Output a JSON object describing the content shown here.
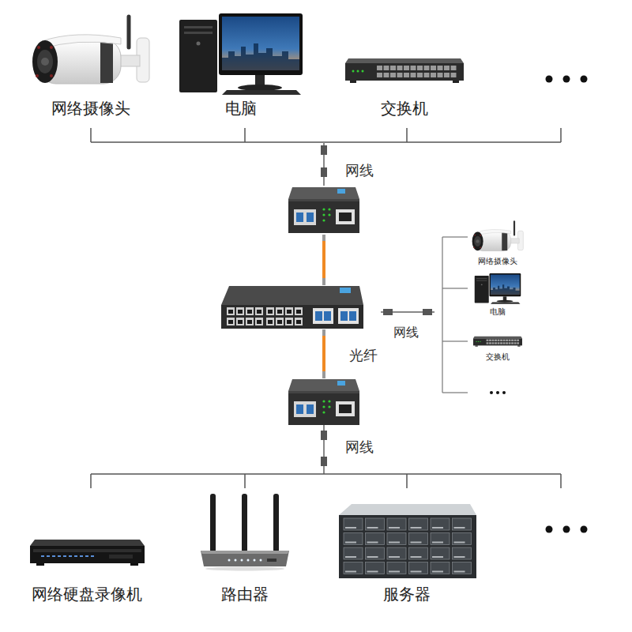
{
  "diagram": {
    "nodes": [
      {
        "text": [
          "网络摄像头"
        ]
      },
      {
        "text": [
          "电脑"
        ]
      },
      {
        "text": [
          "交换机"
        ]
      },
      {
        "text": [
          "网络摄像头"
        ]
      },
      {
        "text": [
          "电脑"
        ]
      },
      {
        "text": [
          "交换机"
        ]
      },
      {
        "text": [
          "网络硬盘录像机"
        ]
      },
      {
        "text": [
          "路由器"
        ]
      },
      {
        "text": [
          "服务器"
        ]
      }
    ],
    "labels": [
      "网线",
      "网线",
      "光纤",
      "网线"
    ]
  }
}
